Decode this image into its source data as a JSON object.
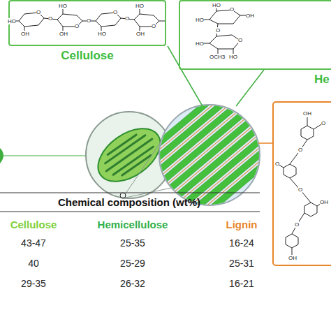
{
  "diagram": {
    "nodes": [
      {
        "text": [
          "Cellulose"
        ]
      },
      {
        "text": [
          "He"
        ]
      }
    ],
    "labels": [
      "Chemical composition (wt%)",
      "Cellulose",
      "Hemicellulose",
      "Lignin",
      "43-47",
      "25-35",
      "16-24",
      "40",
      "25-29",
      "25-31",
      "29-35",
      "26-32",
      "16-21",
      "HO",
      "HO",
      "O",
      "O",
      "O",
      "O",
      "O",
      "HO",
      "O",
      "O",
      "OH",
      "OH",
      "HO",
      "OH",
      "HO",
      "O",
      "OH",
      "HO",
      "O",
      "O",
      "HO",
      "OCH3",
      "HO",
      "OH",
      "O",
      "O",
      "O",
      "O",
      "OH",
      "O",
      "OH"
    ]
  }
}
